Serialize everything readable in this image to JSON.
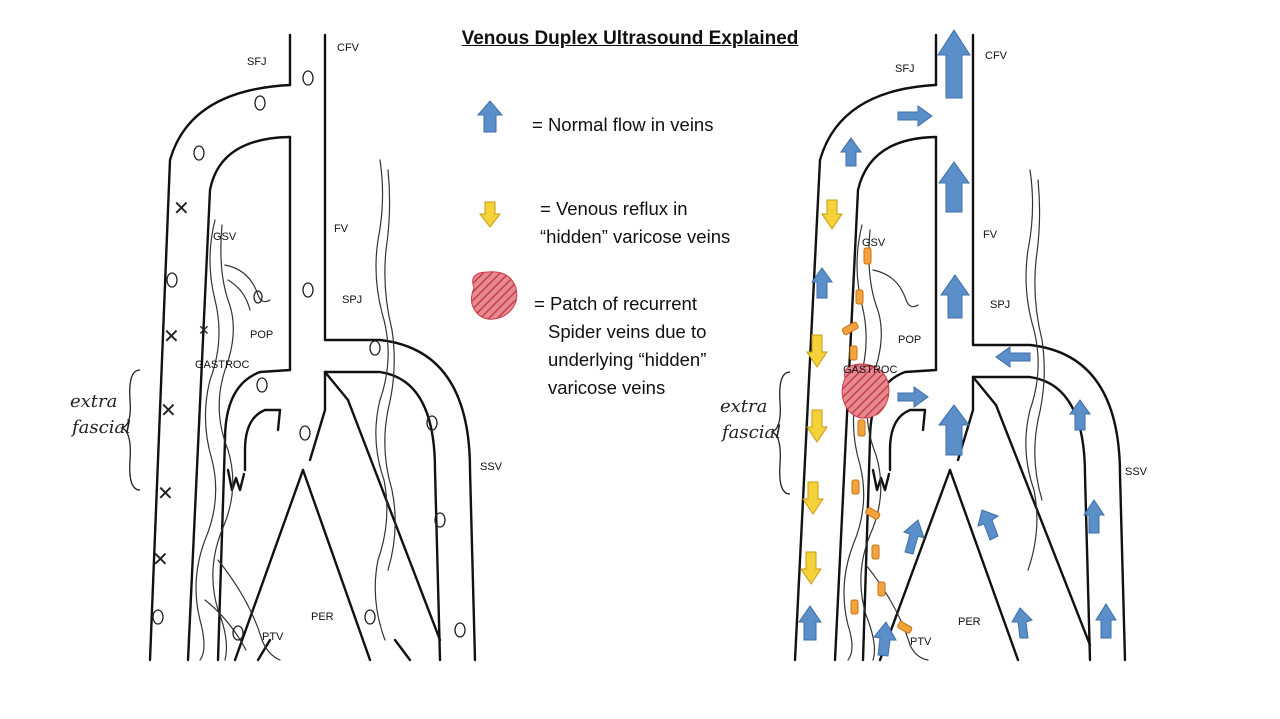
{
  "title": "Venous Duplex Ultrasound Explained",
  "legend": {
    "normal": "= Normal flow in veins",
    "reflux_1": "= Venous reflux in",
    "reflux_2": "“hidden” varicose veins",
    "patch_1": "= Patch of recurrent",
    "patch_2": "Spider veins due to",
    "patch_3": "underlying “hidden”",
    "patch_4": "varicose veins"
  },
  "labels": {
    "sfj": "SFJ",
    "cfv": "CFV",
    "gsv": "GSV",
    "fv": "FV",
    "spj": "SPJ",
    "pop": "POP",
    "gastroc": "GASTROC",
    "ssv": "SSV",
    "per": "PER",
    "ptv": "PTV",
    "extra_fascial_1": "extra",
    "extra_fascial_2": "fascial"
  },
  "colors": {
    "normal_flow": "#5b8fc9",
    "reflux": "#f5d23a",
    "perforator_reflux": "#f2a33a",
    "spider_patch": "#d9636b"
  }
}
